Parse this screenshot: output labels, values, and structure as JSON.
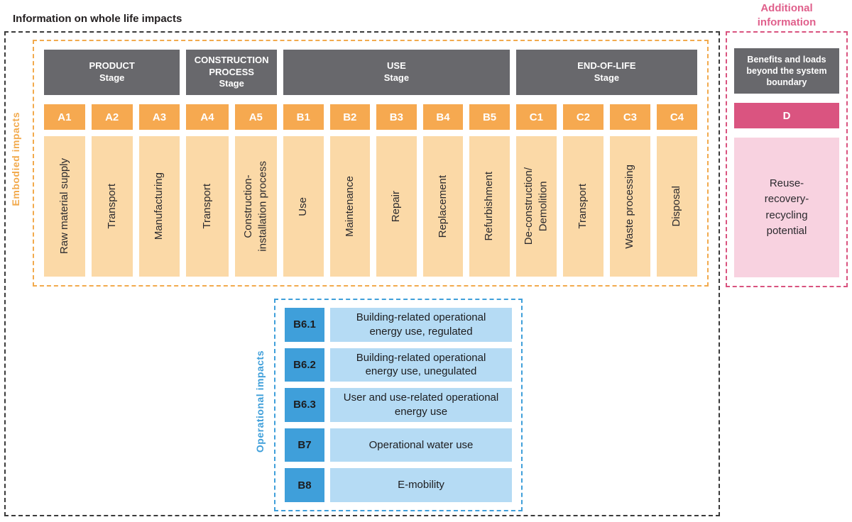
{
  "header": {
    "main_title": "Information on whole life impacts",
    "additional_title": "Additional\ninformation"
  },
  "embodied": {
    "side_label": "Embodied impacts",
    "stages": [
      {
        "title": "PRODUCT",
        "subtitle": "Stage",
        "modules": [
          {
            "code": "A1",
            "label": "Raw material supply"
          },
          {
            "code": "A2",
            "label": "Transport"
          },
          {
            "code": "A3",
            "label": "Manufacturing"
          }
        ]
      },
      {
        "title": "CONSTRUCTION PROCESS",
        "subtitle": "Stage",
        "modules": [
          {
            "code": "A4",
            "label": "Transport"
          },
          {
            "code": "A5",
            "label": "Construction-\ninstallation process"
          }
        ]
      },
      {
        "title": "USE",
        "subtitle": "Stage",
        "modules": [
          {
            "code": "B1",
            "label": "Use"
          },
          {
            "code": "B2",
            "label": "Maintenance"
          },
          {
            "code": "B3",
            "label": "Repair"
          },
          {
            "code": "B4",
            "label": "Replacement"
          },
          {
            "code": "B5",
            "label": "Refurbishment"
          }
        ]
      },
      {
        "title": "END-OF-LIFE",
        "subtitle": "Stage",
        "modules": [
          {
            "code": "C1",
            "label": "De-construction/\nDemolition"
          },
          {
            "code": "C2",
            "label": "Transport"
          },
          {
            "code": "C3",
            "label": "Waste processing"
          },
          {
            "code": "C4",
            "label": "Disposal"
          }
        ]
      }
    ]
  },
  "additional": {
    "header": "Benefits and loads beyond the system boundary",
    "code": "D",
    "body": "Reuse-\nrecovery-\nrecycling\npotential"
  },
  "operational": {
    "side_label": "Operational impacts",
    "rows": [
      {
        "code": "B6.1",
        "label": "Building-related operational energy use, regulated"
      },
      {
        "code": "B6.2",
        "label": "Building-related operational energy use, unegulated"
      },
      {
        "code": "B6.3",
        "label": "User and use-related operational energy use"
      },
      {
        "code": "B7",
        "label": "Operational water use"
      },
      {
        "code": "B8",
        "label": "E-mobility"
      }
    ]
  },
  "colors": {
    "orange": "#f6a950",
    "orange_light": "#fbd9a7",
    "gray_header": "#68686c",
    "pink": "#da5480",
    "pink_light": "#f8d2e0",
    "pink_title": "#e0608c",
    "blue": "#3f9fda",
    "blue_light": "#b5dbf4",
    "outer_border": "#3a3a3a"
  }
}
